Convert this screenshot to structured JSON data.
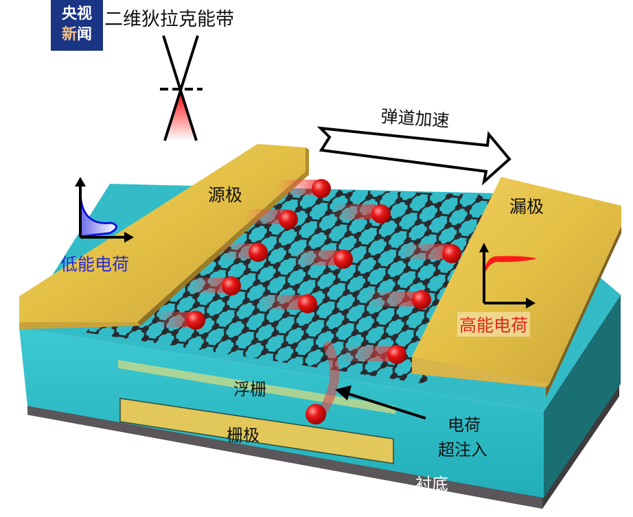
{
  "logo": {
    "line1": "央视",
    "line2_a": "新",
    "line2_b": "闻",
    "bg_color": "#1b3585"
  },
  "title": "二维狄拉克能带",
  "labels": {
    "ballistic_acceleration": "弹道加速",
    "source": "源极",
    "drain": "漏极",
    "low_energy_charge": "低能电荷",
    "high_energy_charge": "高能电荷",
    "floating_gate": "浮栅",
    "gate": "栅极",
    "charge_super_injection_line1": "电荷",
    "charge_super_injection_line2": "超注入",
    "substrate": "衬底"
  },
  "colors": {
    "gold": "#e6c24a",
    "teal": "#2fbcc8",
    "teal_dark": "#1a6f73",
    "substrate": "#5a5659",
    "charge_red": "#e0261c",
    "low_energy_blue": "#2a2ad0",
    "graphene": "#2a2226"
  }
}
